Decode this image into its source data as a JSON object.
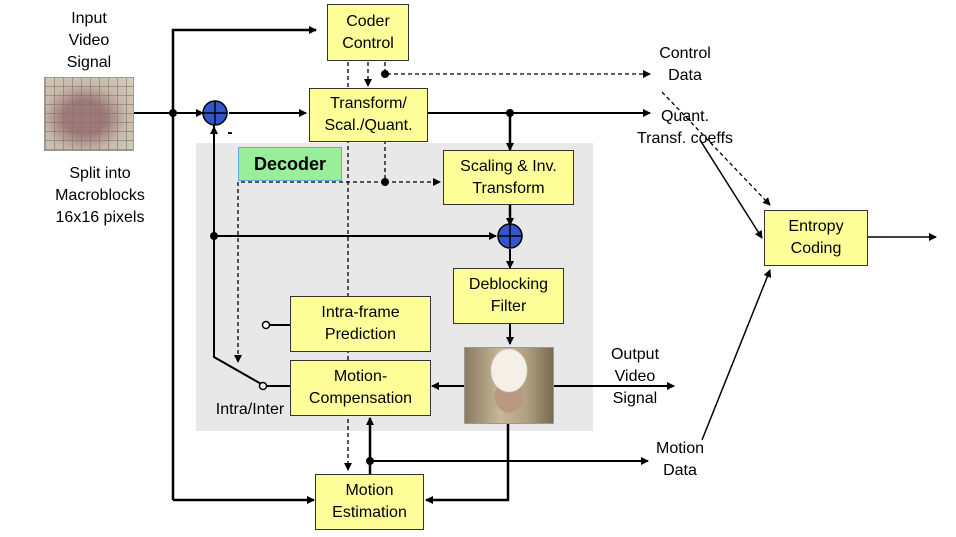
{
  "diagram": {
    "blocks": {
      "coder_control": "Coder\nControl",
      "transform": "Transform/\nScal./Quant.",
      "scaling": "Scaling & Inv.\nTransform",
      "deblocking": "Deblocking\nFilter",
      "intra": "Intra-frame\nPrediction",
      "motion_comp": "Motion-\nCompensation",
      "motion_est": "Motion\nEstimation",
      "entropy": "Entropy\nCoding"
    },
    "labels": {
      "input": "Input\nVideo\nSignal",
      "split": "Split into\nMacroblocks\n16x16 pixels",
      "control_data": "Control\nData",
      "quant": "Quant.\nTransf. coeffs",
      "output": "Output\nVideo\nSignal",
      "motion_data": "Motion\nData",
      "intra_inter": "Intra/Inter",
      "decoder": "Decoder",
      "minus": "-"
    },
    "colors": {
      "block_fill": "#ffff99",
      "decoder_fill": "#99ee99",
      "decoder_region": "#e8e8e8",
      "adder": "#3355cc"
    }
  }
}
